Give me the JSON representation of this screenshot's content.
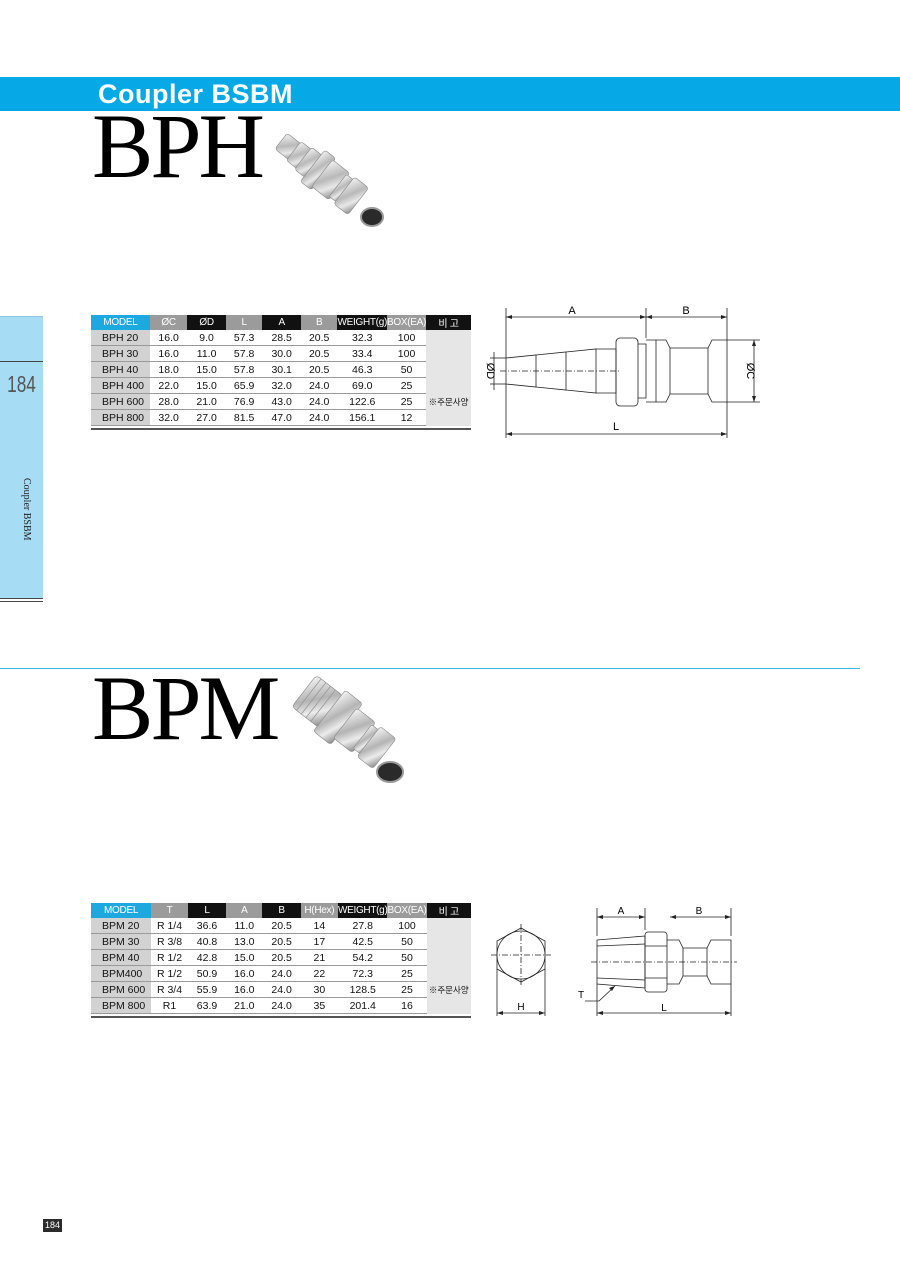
{
  "header": {
    "title": "Coupler  BSBM"
  },
  "side": {
    "page_number": "184",
    "label": "Coupler BSBM"
  },
  "bph": {
    "title": "BPH",
    "headers": [
      "MODEL",
      "ØC",
      "ØD",
      "L",
      "A",
      "B",
      "WEIGHT(g)",
      "BOX(EA)",
      "비 고"
    ],
    "rows": [
      [
        "BPH 20",
        "16.0",
        "9.0",
        "57.3",
        "28.5",
        "20.5",
        "32.3",
        "100"
      ],
      [
        "BPH 30",
        "16.0",
        "11.0",
        "57.8",
        "30.0",
        "20.5",
        "33.4",
        "100"
      ],
      [
        "BPH 40",
        "18.0",
        "15.0",
        "57.8",
        "30.1",
        "20.5",
        "46.3",
        "50"
      ],
      [
        "BPH 400",
        "22.0",
        "15.0",
        "65.9",
        "32.0",
        "24.0",
        "69.0",
        "25"
      ],
      [
        "BPH 600",
        "28.0",
        "21.0",
        "76.9",
        "43.0",
        "24.0",
        "122.6",
        "25"
      ],
      [
        "BPH 800",
        "32.0",
        "27.0",
        "81.5",
        "47.0",
        "24.0",
        "156.1",
        "12"
      ]
    ],
    "remark": "※주문사양",
    "drawing": {
      "label_a": "A",
      "label_b": "B",
      "label_d": "ØD",
      "label_c": "ØC",
      "label_l": "L"
    }
  },
  "bpm": {
    "title": "BPM",
    "headers": [
      "MODEL",
      "T",
      "L",
      "A",
      "B",
      "H(Hex)",
      "WEIGHT(g)",
      "BOX(EA)",
      "비 고"
    ],
    "rows": [
      [
        "BPM 20",
        "R 1/4",
        "36.6",
        "11.0",
        "20.5",
        "14",
        "27.8",
        "100"
      ],
      [
        "BPM 30",
        "R 3/8",
        "40.8",
        "13.0",
        "20.5",
        "17",
        "42.5",
        "50"
      ],
      [
        "BPM 40",
        "R 1/2",
        "42.8",
        "15.0",
        "20.5",
        "21",
        "54.2",
        "50"
      ],
      [
        "BPM400",
        "R 1/2",
        "50.9",
        "16.0",
        "24.0",
        "22",
        "72.3",
        "25"
      ],
      [
        "BPM 600",
        "R 3/4",
        "55.9",
        "16.0",
        "24.0",
        "30",
        "128.5",
        "25"
      ],
      [
        "BPM 800",
        "R1",
        "63.9",
        "21.0",
        "24.0",
        "35",
        "201.4",
        "16"
      ]
    ],
    "remark": "※주문사양",
    "drawing": {
      "label_h": "H",
      "label_t": "T",
      "label_a": "A",
      "label_b": "B",
      "label_l": "L"
    }
  },
  "footer": {
    "page_number": "184"
  }
}
